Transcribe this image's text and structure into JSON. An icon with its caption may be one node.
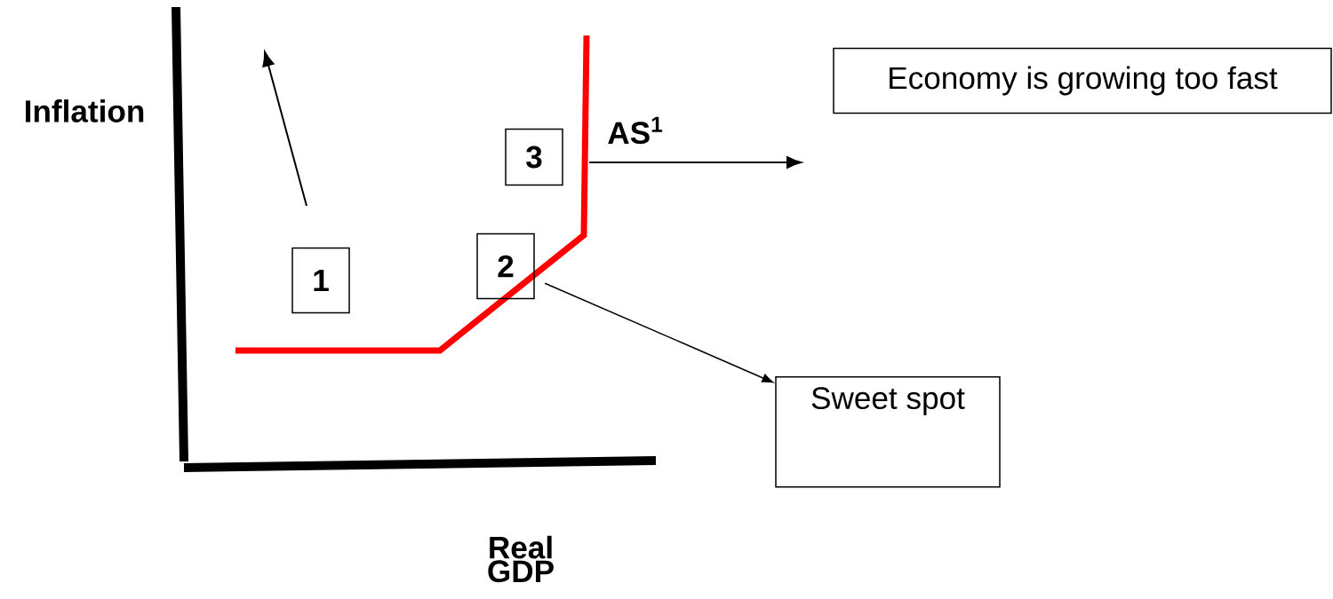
{
  "diagram": {
    "nodes": [
      {
        "text": [
          "1"
        ]
      },
      {
        "text": [
          "2"
        ]
      },
      {
        "text": [
          "3"
        ]
      },
      {
        "text": [
          "Economy is growing too fast"
        ]
      },
      {
        "text": [
          "Sweet spot"
        ]
      }
    ],
    "edges": [
      {
        "from": 1,
        "to": 4,
        "arrow": "to"
      }
    ],
    "labels": [
      "Inflation",
      "AS$^{1}$",
      "Real GDP"
    ]
  }
}
